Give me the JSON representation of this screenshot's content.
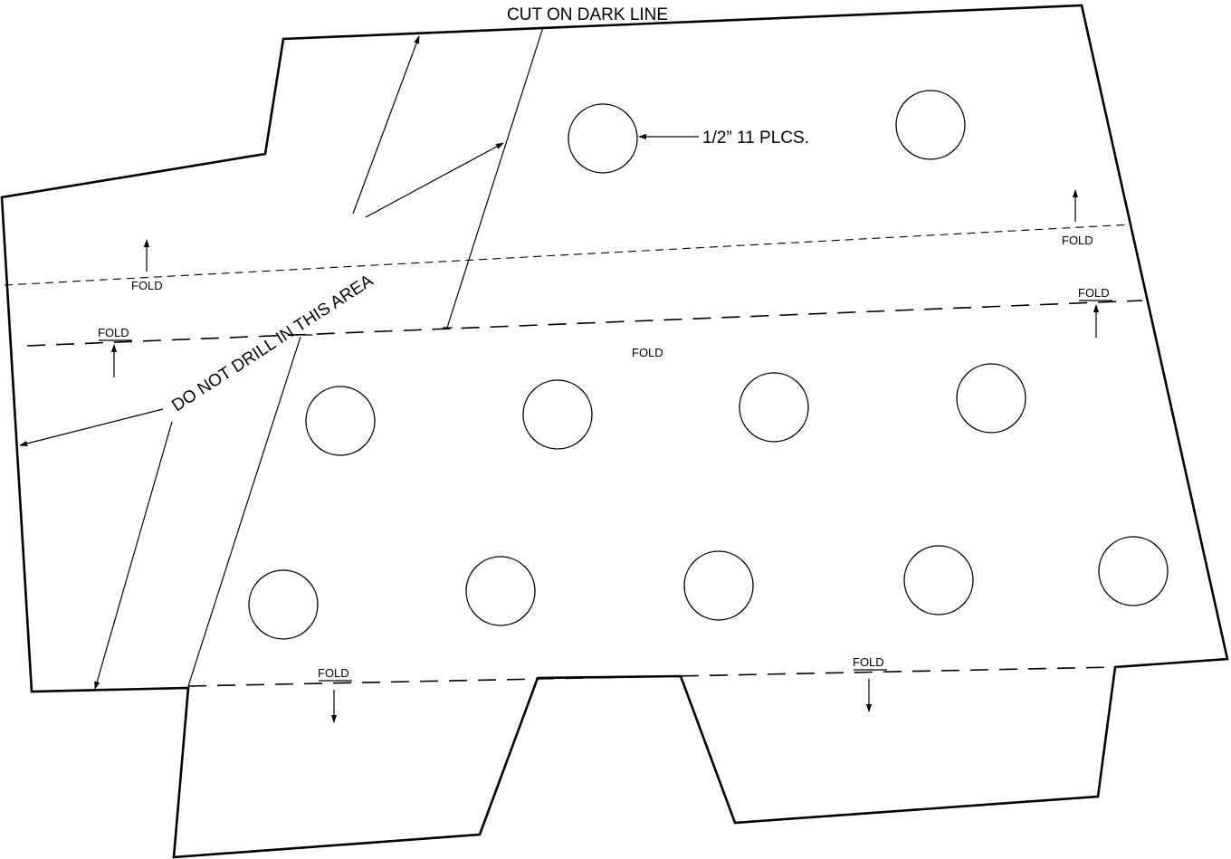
{
  "labels": {
    "cut": "CUT ON DARK LINE",
    "hole_spec": "1/2” 11 PLCS.",
    "no_drill": "DO NOT DRILL IN THIS AREA",
    "fold": "FOLD"
  },
  "holes_count": 11
}
